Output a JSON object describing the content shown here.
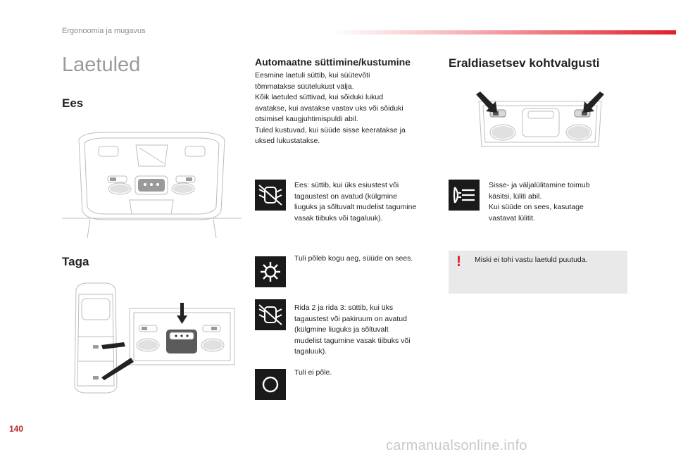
{
  "header": {
    "section": "Ergonoomia ja mugavus",
    "page_number": "140",
    "accent_color": "#e01e2a"
  },
  "title": "Laetuled",
  "subheadings": {
    "front": "Ees",
    "rear": "Taga"
  },
  "auto": {
    "heading": "Automaatne süttimine/kustumine",
    "intro": "Eesmine laetuli süttib, kui süütevõti\ntõmmatakse süütelukust välja.\nKõik laetuled süttivad, kui sõiduki lukud\navatakse, kui avatakse vastav uks või sõiduki\notsimisel kaugjuhtimispuldi abil.\nTuled kustuvad, kui süüde sisse keeratakse ja\nuksed lukustatakse."
  },
  "modes": [
    {
      "icon": "car-doors-open-icon",
      "text": "Ees: süttib, kui üks esiustest või\ntagaustest on avatud (külgmine\nliuguks ja sõltuvalt mudelist tagumine\nvasak tiibuks või tagaluuk)."
    },
    {
      "icon": "light-on-icon",
      "text": "Tuli põleb kogu aeg, süüde on sees."
    },
    {
      "icon": "car-doors-open-icon",
      "text": "Rida 2 ja rida 3: süttib, kui üks\ntagaustest või pakiruum on avatud\n(külgmine liuguks ja sõltuvalt\nmudelist tagumine vasak tiibuks või\ntagaluuk)."
    },
    {
      "icon": "light-off-icon",
      "text": "Tuli ei põle."
    }
  ],
  "spot": {
    "heading": "Eraldiasetsev kohtvalgusti",
    "icon": "map-lamp-icon",
    "text": "Sisse- ja väljalülitamine toimub\nkäsitsi, lüliti abil.\nKui süüde on sees, kasutage\nvastavat lülitit."
  },
  "warning": {
    "mark": "!",
    "text": "Miski ei tohi vastu laetuld puutuda."
  },
  "watermark": "carmanualsonline.info"
}
